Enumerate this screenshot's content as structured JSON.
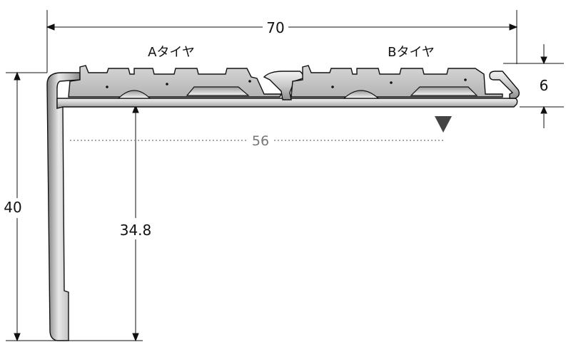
{
  "diagram": {
    "labels": {
      "tire_a": "Aタイヤ",
      "tire_b": "Bタイヤ"
    },
    "dimensions": {
      "width": "70",
      "height": "40",
      "thickness": "6",
      "inner_height": "34.8",
      "tread_depth": "56"
    },
    "colors": {
      "line": "#111111",
      "dotted": "#888888",
      "metal_light": "#e6e6e6",
      "metal_dark": "#8a8a8a",
      "marker": "#444444"
    }
  }
}
